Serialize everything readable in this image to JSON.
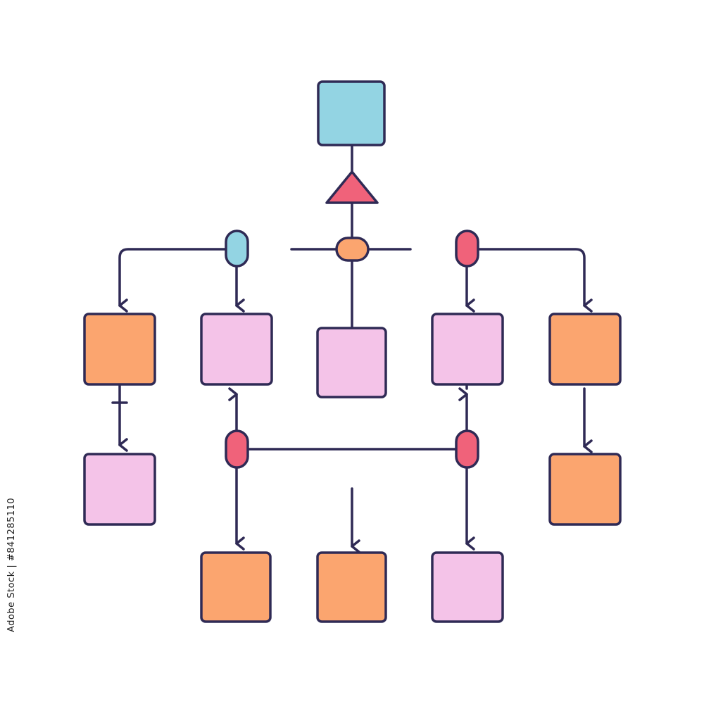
{
  "colors": {
    "line": "#2f2a55",
    "root": "#93d4e3",
    "orange": "#fba56f",
    "pink": "#f4c3e8",
    "red": "#f0627a",
    "blue_pill": "#93d4e3",
    "orange_pill": "#fba56f"
  },
  "nodes": [
    {
      "id": "root",
      "kind": "square",
      "color": "root"
    },
    {
      "id": "decision-triangle",
      "kind": "triangle",
      "color": "red"
    },
    {
      "id": "junction-center",
      "kind": "pill-horizontal",
      "color": "orange_pill"
    },
    {
      "id": "junction-left",
      "kind": "pill-vertical",
      "color": "blue_pill"
    },
    {
      "id": "junction-right",
      "kind": "pill-vertical",
      "color": "red"
    },
    {
      "id": "box-row1-1",
      "kind": "square",
      "color": "orange"
    },
    {
      "id": "box-row1-2",
      "kind": "square",
      "color": "pink"
    },
    {
      "id": "box-row1-3",
      "kind": "square",
      "color": "pink"
    },
    {
      "id": "box-row1-4",
      "kind": "square",
      "color": "pink"
    },
    {
      "id": "box-row1-5",
      "kind": "square",
      "color": "orange"
    },
    {
      "id": "junction-lower-left",
      "kind": "pill-vertical",
      "color": "red"
    },
    {
      "id": "junction-lower-right",
      "kind": "pill-vertical",
      "color": "red"
    },
    {
      "id": "box-row2-1",
      "kind": "square",
      "color": "pink"
    },
    {
      "id": "box-row2-5",
      "kind": "square",
      "color": "orange"
    },
    {
      "id": "box-row3-2",
      "kind": "square",
      "color": "orange"
    },
    {
      "id": "box-row3-3",
      "kind": "square",
      "color": "orange"
    },
    {
      "id": "box-row3-4",
      "kind": "square",
      "color": "pink"
    }
  ],
  "edges": [
    {
      "from": "root",
      "to": "decision-triangle",
      "arrow": false
    },
    {
      "from": "decision-triangle",
      "to": "junction-center",
      "arrow": false
    },
    {
      "from": "junction-center",
      "to": "box-row1-3",
      "arrow": false
    },
    {
      "from": "junction-left",
      "to": "box-row1-1",
      "arrow": true
    },
    {
      "from": "junction-left",
      "to": "box-row1-2",
      "arrow": true
    },
    {
      "from": "junction-right",
      "to": "box-row1-4",
      "arrow": true
    },
    {
      "from": "junction-right",
      "to": "box-row1-5",
      "arrow": true
    },
    {
      "from": "box-row1-1",
      "to": "box-row2-1",
      "arrow": true
    },
    {
      "from": "box-row1-5",
      "to": "box-row2-5",
      "arrow": true
    },
    {
      "from": "junction-lower-left",
      "to": "box-row1-2",
      "arrow": true
    },
    {
      "from": "junction-lower-right",
      "to": "box-row1-4",
      "arrow": true
    },
    {
      "from": "junction-lower-left",
      "to": "junction-lower-right",
      "arrow": false
    },
    {
      "from": "junction-lower-left",
      "to": "box-row3-2",
      "arrow": true
    },
    {
      "from": "junction-lower-right",
      "to": "box-row3-4",
      "arrow": true
    },
    {
      "to": "box-row3-3",
      "arrow": true
    }
  ],
  "watermark": "Adobe Stock | #841285110"
}
